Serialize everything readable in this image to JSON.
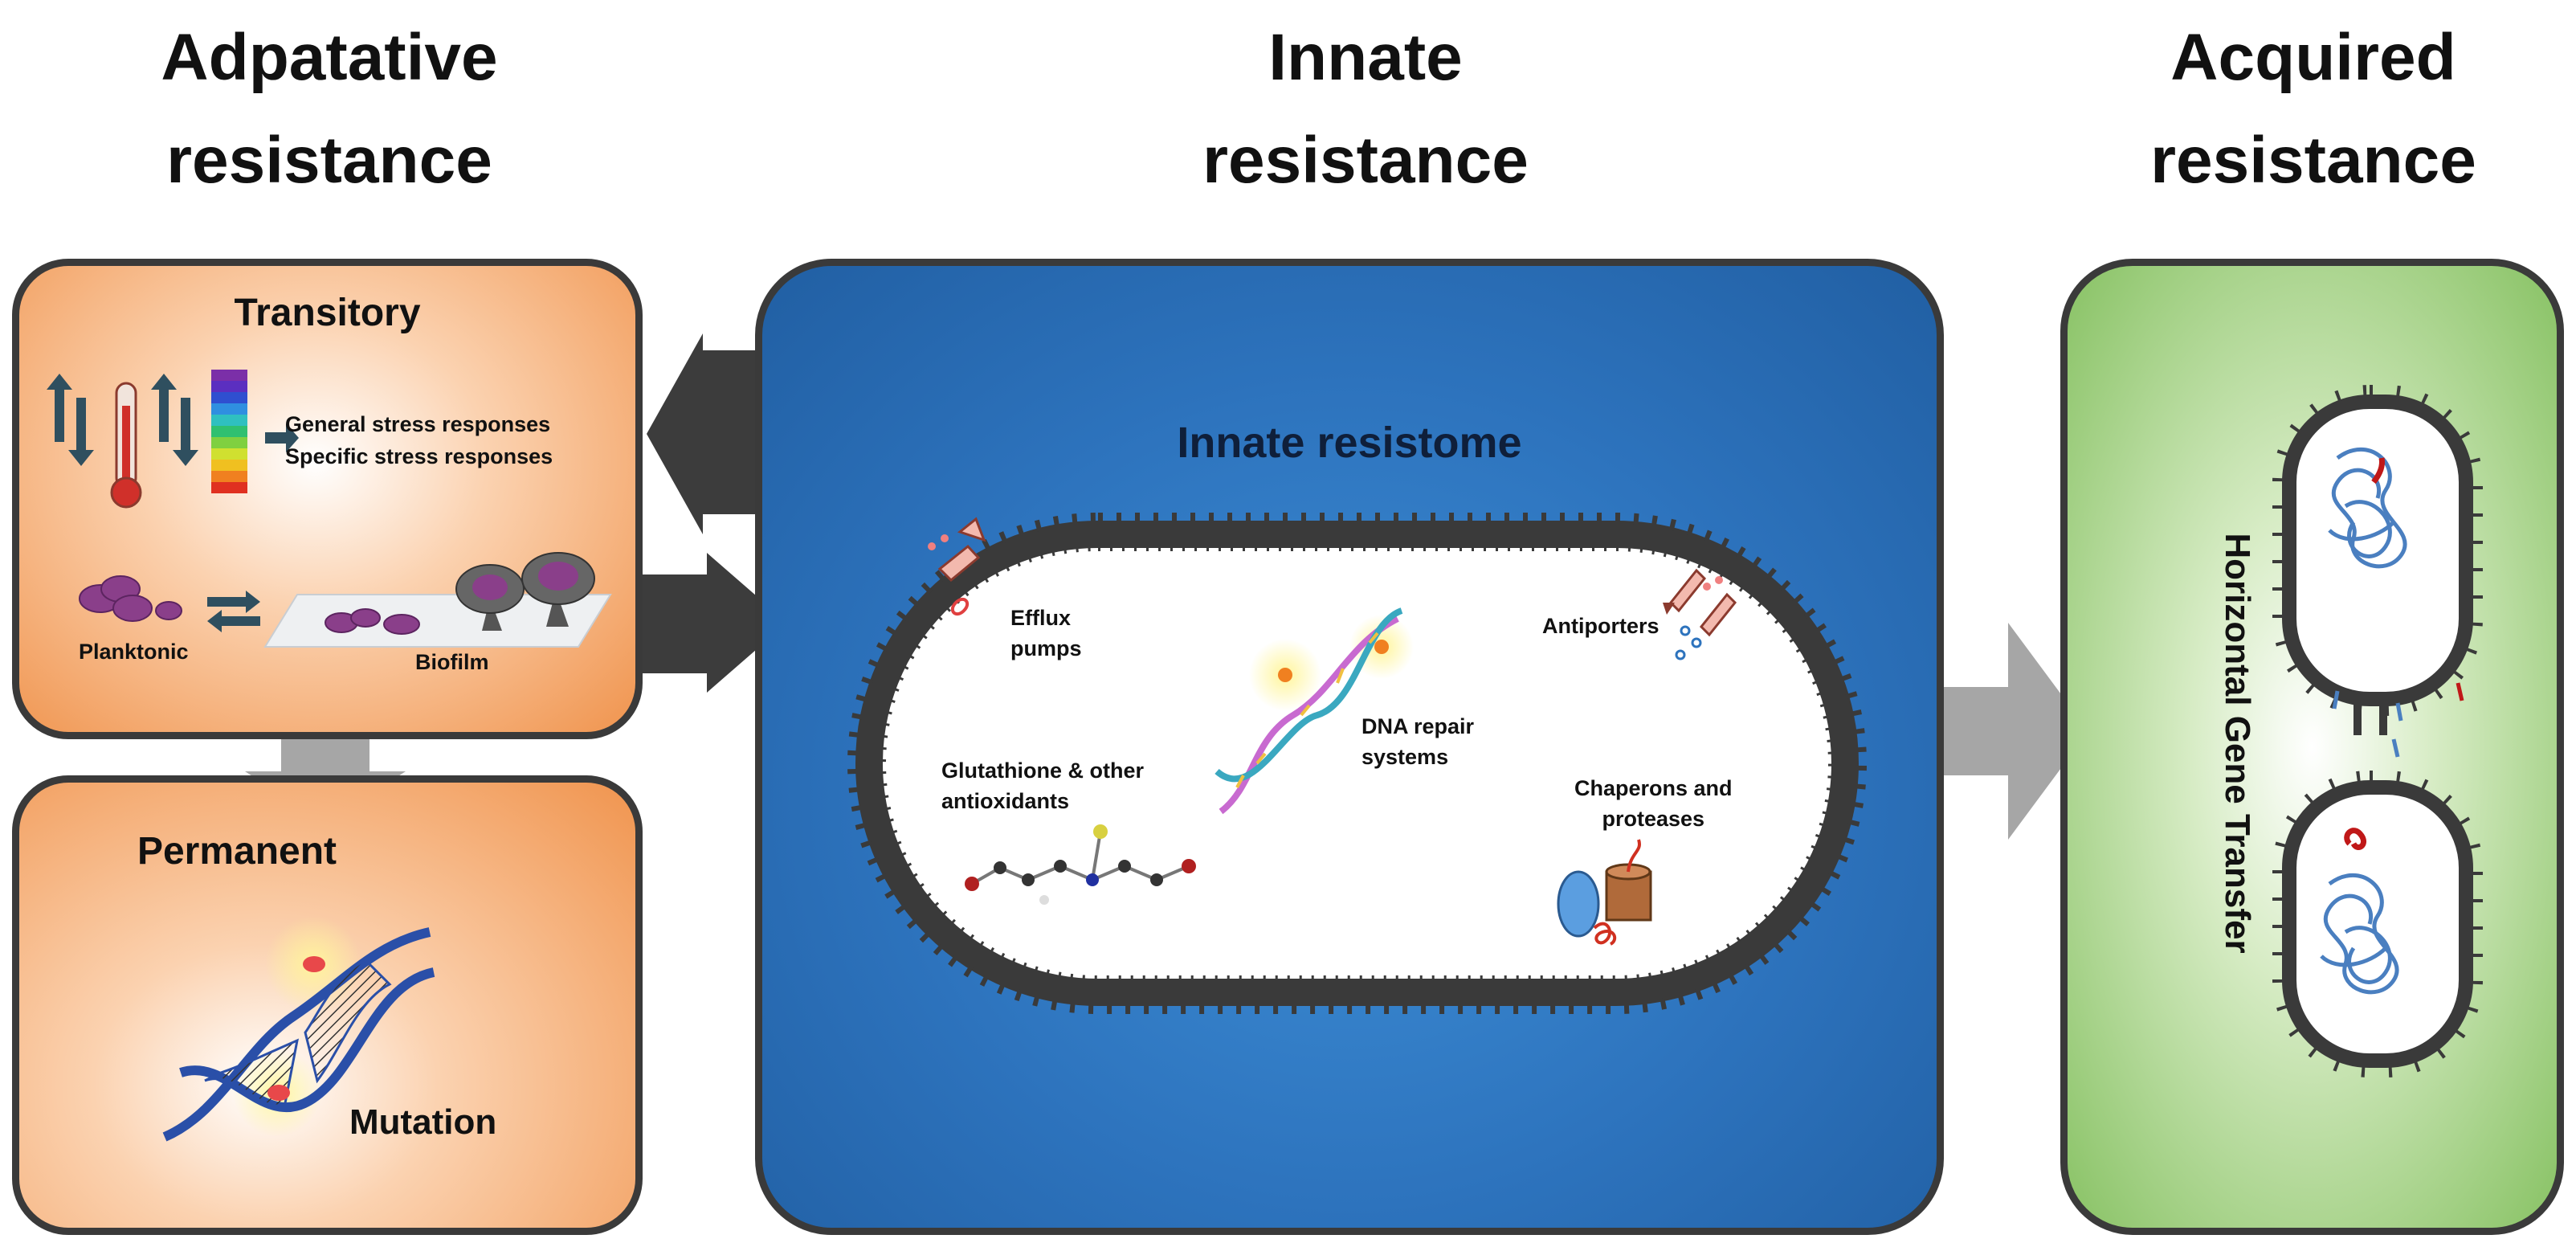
{
  "headings": {
    "adaptative": [
      "Adpatative",
      "resistance"
    ],
    "innate": [
      "Innate",
      "resistance"
    ],
    "acquired": [
      "Acquired",
      "resistance"
    ]
  },
  "adaptive_panel": {
    "transitory_title": "Transitory",
    "stress_responses": [
      "General stress responses",
      "Specific stress responses"
    ],
    "planktonic_label": "Planktonic",
    "biofilm_label": "Biofilm",
    "permanent_title": "Permanent",
    "mutation_label": "Mutation"
  },
  "innate_panel": {
    "title": "Innate resistome",
    "efflux_label": [
      "Efflux",
      "pumps"
    ],
    "antiporters_label": "Antiporters",
    "dna_repair_label": [
      "DNA repair",
      "systems"
    ],
    "glutathione_label": [
      "Glutathione & other",
      "antioxidants"
    ],
    "chaperons_label": [
      "Chaperons and",
      "proteases"
    ]
  },
  "acquired_panel": {
    "hgt_label": "Horizontal Gene Transfer"
  },
  "colors": {
    "orange_panel": "#f0944e",
    "blue_panel": "#2d73bd",
    "green_panel": "#88c264",
    "border": "#3a3a3a",
    "arrow_dark": "#3c3c3c",
    "arrow_grey": "#a6a6a6"
  }
}
